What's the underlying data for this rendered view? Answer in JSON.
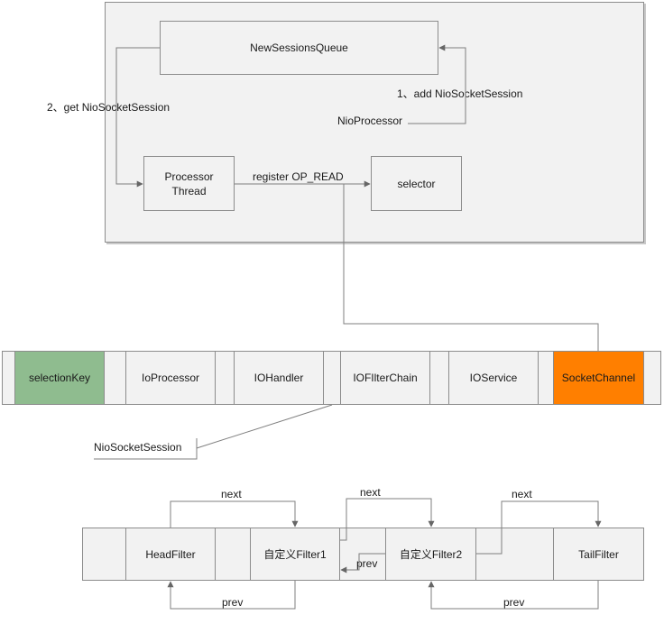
{
  "processor_area": {
    "new_sessions_queue": "NewSessionsQueue",
    "processor_thread": "Processor\nThread",
    "selector": "selector",
    "nio_processor": "NioProcessor",
    "step_add": "1、add NioSocketSession",
    "step_get": "2、get  NioSocketSession",
    "register_label": "register OP_READ"
  },
  "session_bar": {
    "items": [
      "selectionKey",
      "IoProcessor",
      "IOHandler",
      "IOFIlterChain",
      "IOService",
      "SocketChannel"
    ],
    "callout": "NioSocketSession"
  },
  "filter_chain": {
    "filters": [
      "HeadFilter",
      "自定义Filter1",
      "自定义Filter2",
      "TailFilter"
    ],
    "next_label": "next",
    "prev_label": "prev"
  },
  "colors": {
    "selection_key_fill": "#8fbc8f",
    "socket_channel_fill": "#ff7f00",
    "box_fill": "#f2f2f2",
    "line": "#7f7f7f"
  }
}
